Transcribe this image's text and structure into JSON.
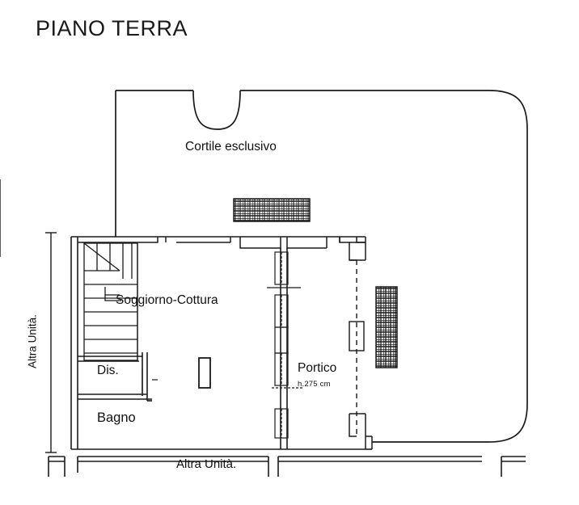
{
  "document": {
    "title": "PIANO TERRA",
    "kind": "architectural-floor-plan",
    "language": "it"
  },
  "labels": {
    "title": "PIANO TERRA",
    "cortile": "Cortile esclusivo",
    "soggiorno": "Soggiorno-Cottura",
    "disimpegno": "Dis.",
    "bagno": "Bagno",
    "portico": "Portico",
    "portico_height": "h.275 cm",
    "altra_unita_bottom": "Altra Unità.",
    "altra_unita_left": "Altra Unità."
  },
  "rooms": [
    {
      "name": "Cortile esclusivo",
      "type": "outdoor-courtyard"
    },
    {
      "name": "Soggiorno-Cottura",
      "type": "living-kitchen"
    },
    {
      "name": "Dis.",
      "type": "hallway"
    },
    {
      "name": "Bagno",
      "type": "bathroom"
    },
    {
      "name": "Portico",
      "type": "covered-porch",
      "height": "h.275 cm"
    }
  ],
  "annotations": [
    {
      "text": "Altra Unità.",
      "position": "bottom",
      "meaning": "adjacent-unit"
    },
    {
      "text": "Altra Unità.",
      "position": "left",
      "meaning": "adjacent-unit",
      "rotation": -90
    }
  ],
  "colors": {
    "ink": "#111111",
    "paper": "#ffffff",
    "hatch": "#2a2a2a"
  }
}
